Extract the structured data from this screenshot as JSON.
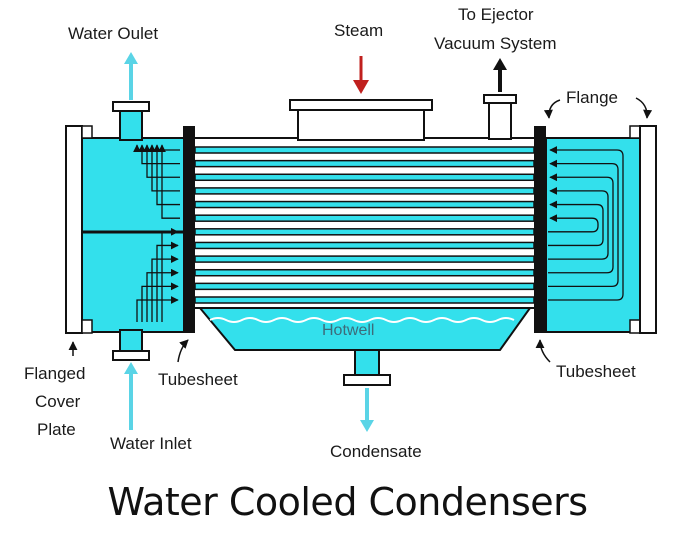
{
  "title": "Water Cooled Condensers",
  "labels": {
    "water_outlet": "Water Oulet",
    "steam": "Steam",
    "ejector_line1": "To Ejector",
    "ejector_line2": "Vacuum System",
    "flange": "Flange",
    "flanged_line1": "Flanged",
    "flanged_line2": "Cover",
    "flanged_line3": "Plate",
    "tubesheet_left": "Tubesheet",
    "water_inlet": "Water Inlet",
    "hotwell": "Hotwell",
    "condensate": "Condensate",
    "tubesheet_right": "Tubesheet"
  },
  "colors": {
    "water": "#33e0ec",
    "outline": "#111111",
    "steam_arrow": "#c0201e",
    "water_arrow": "#5ad4e6",
    "tubesheet": "#111111"
  },
  "tube_count": 12
}
